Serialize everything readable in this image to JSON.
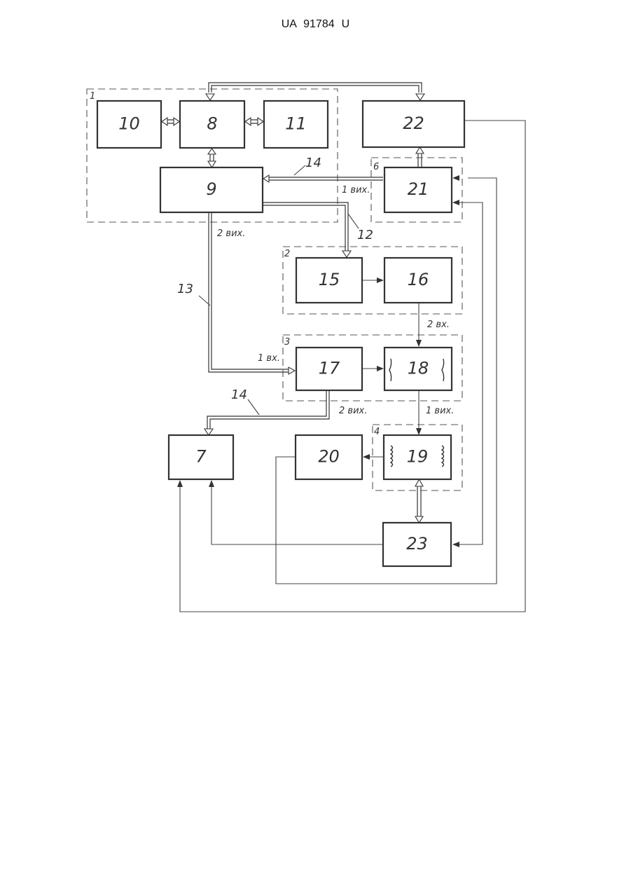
{
  "header": "UA   91784   U",
  "blocks": [
    {
      "id": "b7",
      "label": "7"
    },
    {
      "id": "b8",
      "label": "8"
    },
    {
      "id": "b9",
      "label": "9"
    },
    {
      "id": "b10",
      "label": "10"
    },
    {
      "id": "b11",
      "label": "11"
    },
    {
      "id": "b15",
      "label": "15"
    },
    {
      "id": "b16",
      "label": "16"
    },
    {
      "id": "b17",
      "label": "17"
    },
    {
      "id": "b18",
      "label": "18"
    },
    {
      "id": "b19",
      "label": "19"
    },
    {
      "id": "b20",
      "label": "20"
    },
    {
      "id": "b21",
      "label": "21"
    },
    {
      "id": "b22",
      "label": "22"
    },
    {
      "id": "b23",
      "label": "23"
    }
  ],
  "groups": [
    {
      "id": "g1",
      "label": "1"
    },
    {
      "id": "g2",
      "label": "2"
    },
    {
      "id": "g3",
      "label": "3"
    },
    {
      "id": "g4",
      "label": "4"
    },
    {
      "id": "g6",
      "label": "6"
    }
  ],
  "line_refs": {
    "bus14_top": "14",
    "bus14_bottom": "14",
    "bus12": "12",
    "bus13": "13"
  },
  "port_labels": {
    "b21_out1": "1 вих.",
    "b9_out2": "2 вих.",
    "b16_in2": "2 вх.",
    "b17_in1": "1 вх.",
    "b17_out2": "2 вих.",
    "b18_out1": "1 вих."
  }
}
